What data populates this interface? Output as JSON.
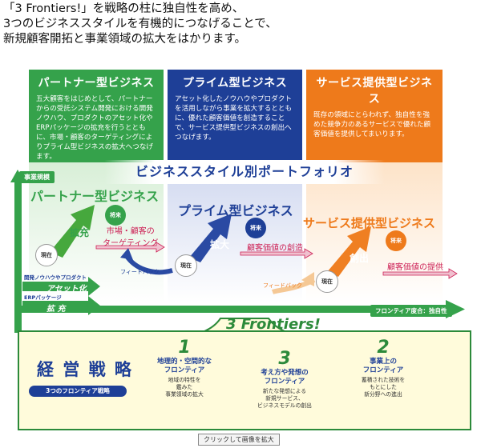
{
  "intro": {
    "line1": "「3 Frontiers!」を戦略の柱に独自性を高め、",
    "line2": "3つのビジネススタイルを有機的につなげることで、",
    "line3": "新規顧客開拓と事業領域の拡大をはかります。"
  },
  "top_boxes": [
    {
      "title": "パートナー型ビジネス",
      "desc": "五大顧客をはじめとして、パートナーからの受託システム開発における開発ノウハウ、プロダクトのアセット化やERPパッケージの拡充を行うとともに、市場・顧客のターゲティングによりプライム型ビジネスの拡大へつなげます。"
    },
    {
      "title": "プライム型ビジネス",
      "desc": "アセット化したノウハウやプロダクトを活用しながら事業を拡大するとともに、優れた顧客価値を創造することで、サービス提供型ビジネスの創出へつなげます。"
    },
    {
      "title": "サービス提供型ビジネス",
      "desc": "既存の領域にとらわれず、独自性を強めた競争力のあるサービスで優れた顧客価値を提供してまいります。"
    }
  ],
  "portfolio": {
    "banner": "ビジネススタイル別ポートフォリオ",
    "axis_up": "事業規模",
    "axis_right": "フロンティア度合：独自性",
    "partner": {
      "title": "パートナー型ビジネス",
      "action": "拡充",
      "now": "現在",
      "future": "将来",
      "target": "市場・顧客の",
      "target2": "ターゲティング"
    },
    "prime": {
      "title": "プライム型ビジネス",
      "action": "拡大",
      "now": "現在",
      "future": "将来",
      "value": "顧客価値の創造"
    },
    "service": {
      "title": "サービス提供型ビジネス",
      "action": "創出",
      "now": "現在",
      "future": "将来",
      "value": "顧客価値の提供"
    },
    "feedback1": "フィードバック",
    "feedback2": "フィードバック",
    "asset_small": "開発ノウハウやプロダクト",
    "asset": "アセット化",
    "erp_small": "ERPパッケージ",
    "erp": "拡 充"
  },
  "strategy": {
    "title": "経 営 戦 略",
    "subtitle": "3つのフロンティア戦略",
    "logo": "3 Frontiers!",
    "frontiers": [
      {
        "num": "1",
        "title1": "地理的・空間的な",
        "title2": "フロンティア",
        "desc1": "地域の特性を",
        "desc2": "鑑みた",
        "desc3": "事業領域の拡大"
      },
      {
        "num": "3",
        "title1": "考え方や発想の",
        "title2": "フロンティア",
        "desc1": "新たな発想による",
        "desc2": "新規サービス、",
        "desc3": "ビジネスモデルの創出"
      },
      {
        "num": "2",
        "title1": "事業上の",
        "title2": "フロンティア",
        "desc1": "蓄積された技術を",
        "desc2": "もとにした",
        "desc3": "新分野への進出"
      }
    ]
  },
  "footer": {
    "enlarge": "クリックして画像を拡大"
  },
  "colors": {
    "green": "#35a24b",
    "blue": "#1e3f97",
    "orange": "#ee7a1b",
    "pink": "#cc1f54",
    "cream": "#fffbdb"
  }
}
